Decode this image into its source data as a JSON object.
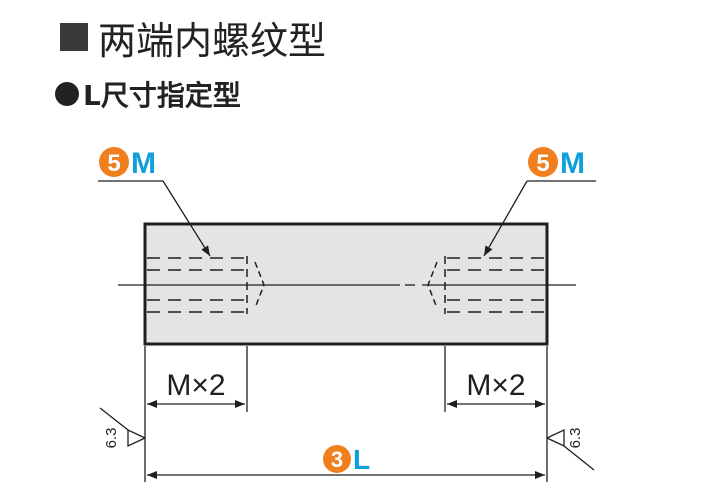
{
  "heading": {
    "title": "两端内螺纹型",
    "subtitle": "L尺寸指定型"
  },
  "callouts": {
    "left_thread": {
      "number": "5",
      "letter": "M"
    },
    "right_thread": {
      "number": "5",
      "letter": "M"
    },
    "length": {
      "number": "3",
      "letter": "L"
    }
  },
  "dimensions": {
    "left_thread_depth": "M×2",
    "right_thread_depth": "M×2"
  },
  "surface_roughness": {
    "left": "6.3",
    "right": "6.3"
  },
  "colors": {
    "callout_circle": "#f07f1d",
    "callout_letter": "#0ea0dc",
    "part_fill": "#e4e4e4",
    "outline": "#1f1f1f"
  }
}
